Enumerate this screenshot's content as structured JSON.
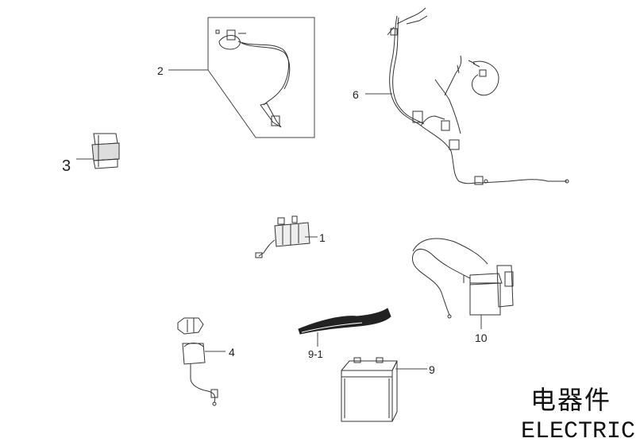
{
  "title": {
    "chinese": "电器件",
    "english": "ELECTRIC"
  },
  "callouts": [
    {
      "id": "1",
      "text": "1"
    },
    {
      "id": "2",
      "text": "2"
    },
    {
      "id": "3",
      "text": "3"
    },
    {
      "id": "4",
      "text": "4"
    },
    {
      "id": "6",
      "text": "6"
    },
    {
      "id": "9",
      "text": "9"
    },
    {
      "id": "9-1",
      "text": "9-1"
    },
    {
      "id": "10",
      "text": "10"
    }
  ]
}
